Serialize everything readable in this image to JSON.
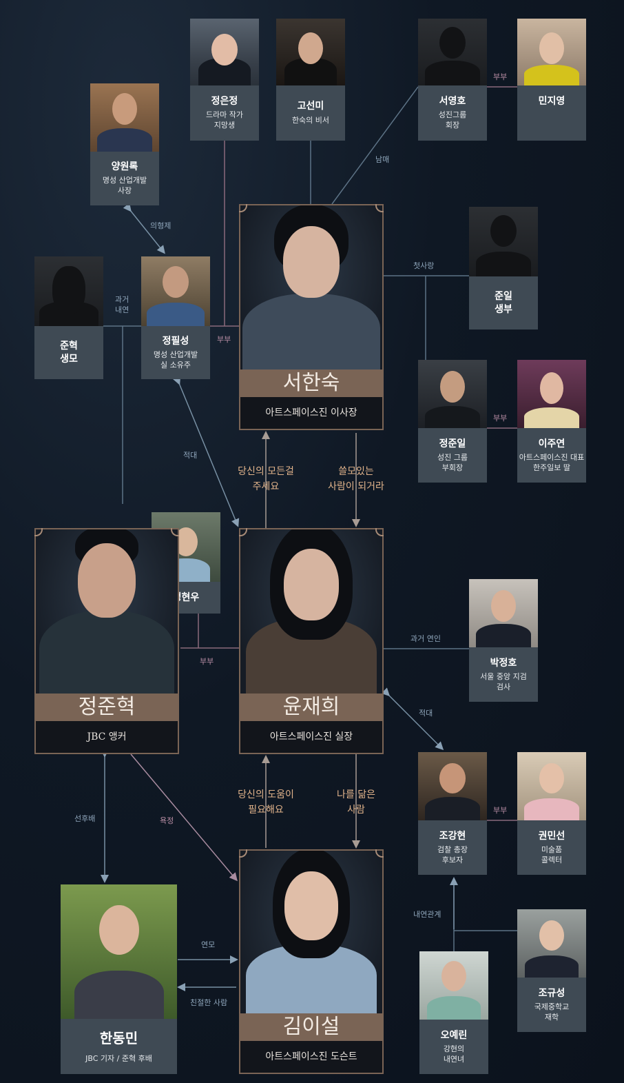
{
  "characters": {
    "jeong_eunjeong": {
      "name": "정은정",
      "desc1": "드라마 작가",
      "desc2": "지망생"
    },
    "go_seonmi": {
      "name": "고선미",
      "desc1": "한숙의 비서"
    },
    "seo_yeongho": {
      "name": "서영호",
      "desc1": "성진그룹",
      "desc2": "회장"
    },
    "min_jiyeong": {
      "name": "민지영"
    },
    "yang_wonrok": {
      "name": "양원록",
      "desc1": "명성 산업개발",
      "desc2": "사장"
    },
    "junhyeok_mother": {
      "name1": "준혁",
      "name2": "생모"
    },
    "jeong_pilseong": {
      "name": "정필성",
      "desc1": "명성 산업개발",
      "desc2": "실 소유주"
    },
    "junil_father": {
      "name1": "준일",
      "name2": "생부"
    },
    "jeong_junil": {
      "name": "정준일",
      "desc1": "성진 그룹",
      "desc2": "부회장"
    },
    "lee_juyeon": {
      "name": "이주연",
      "desc1": "아트스페이스진 대표",
      "desc2": "한주일보 딸"
    },
    "jeong_hyeonu": {
      "name": "정현우"
    },
    "park_jeongho": {
      "name": "박정호",
      "desc1": "서울 중앙 지검",
      "desc2": "검사"
    },
    "jo_ganghyeon": {
      "name": "조강현",
      "desc1": "검찰 총장",
      "desc2": "후보자"
    },
    "gwon_minseon": {
      "name": "권민선",
      "desc1": "미술품",
      "desc2": "콜렉터"
    },
    "jo_gyuseong": {
      "name": "조규성",
      "desc1": "국제중학교",
      "desc2": "재학"
    },
    "o_yerin": {
      "name": "오예린",
      "desc1": "강현의",
      "desc2": "내연녀"
    },
    "han_dongmin": {
      "name": "한동민",
      "desc1": "JBC 기자 / 준혁 후배"
    }
  },
  "main": {
    "seo_hansuk": {
      "name": "서한숙",
      "role": "아트스페이스진 이사장"
    },
    "yun_jaehui": {
      "name": "윤재희",
      "role": "아트스페이스진 실장"
    },
    "jeong_junhyeok": {
      "name": "정준혁",
      "role": "JBC 앵커"
    },
    "kim_iseol": {
      "name": "김이설",
      "role": "아트스페이스진 도슨트"
    }
  },
  "relations": {
    "nammae": "남매",
    "bubu1": "부부",
    "uihyeongje": "의형제",
    "gwageo1": "과거",
    "gwageo2": "내연",
    "bubu2": "부부",
    "cheotsarang": "첫사랑",
    "bubu3": "부부",
    "jeokdae1": "적대",
    "bubu4": "부부",
    "gwageo_yeonin": "과거 연인",
    "jeokdae2": "적대",
    "bubu5": "부부",
    "seonhubae": "선후배",
    "yokjeong": "욕정",
    "naeyeon": "내연관계",
    "yeonmo": "연모",
    "chinjeolhan": "친절한 사람"
  },
  "quotes": {
    "q1a": "당신의 모든걸",
    "q1b": "주세요",
    "q2a": "쓸모있는",
    "q2b": "사람이 되거라",
    "q3a": "당신의 도움이",
    "q3b": "필요해요",
    "q4a": "나를 닮은",
    "q4b": "사람"
  },
  "colors": {
    "line": "#5d7386",
    "marriage_line": "#8a6a7c",
    "card": "#3f4a54",
    "band": "#7a6455",
    "quote": "#e2b48b"
  }
}
